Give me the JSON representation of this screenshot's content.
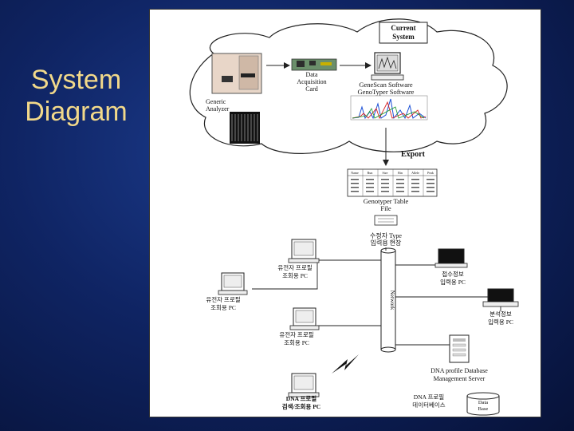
{
  "slide": {
    "title_line1": "System",
    "title_line2": "Diagram"
  },
  "diagram": {
    "current_system": [
      "Current",
      "System"
    ],
    "generic_analyzer": [
      "Generic",
      "Analyzer"
    ],
    "daq_card": [
      "Data",
      "Acquisition",
      "Card"
    ],
    "genescan": [
      "GeneScan Software",
      "GenoTyper Software"
    ],
    "export": "Export",
    "genotyper_table": [
      "Genotyper Table",
      "File"
    ],
    "genotyper_table_headers": [
      "Name",
      "Run",
      "Size",
      "Bin",
      "Allele",
      "Peak"
    ],
    "type_input": [
      "수정자 Type",
      "입력용 현장"
    ],
    "network": "Network",
    "pc_top": [
      "유전자 프로필",
      "조회용 PC"
    ],
    "pc_left": [
      "유전자 프로필",
      "조회용 PC"
    ],
    "pc_mid": [
      "유전자 프로필",
      "조회용 PC"
    ],
    "pc_bottom": [
      "DNA 프로필",
      "검색/조회용 PC"
    ],
    "right_pc1": [
      "접수정보",
      "입력용 PC"
    ],
    "right_pc2": [
      "분석정보",
      "입력용 PC"
    ],
    "db_server": [
      "DNA profile Database",
      "Management Server"
    ],
    "dna_db": [
      "DNA 프로필",
      "데이터베이스"
    ],
    "data_base": [
      "Data",
      "Base"
    ]
  }
}
